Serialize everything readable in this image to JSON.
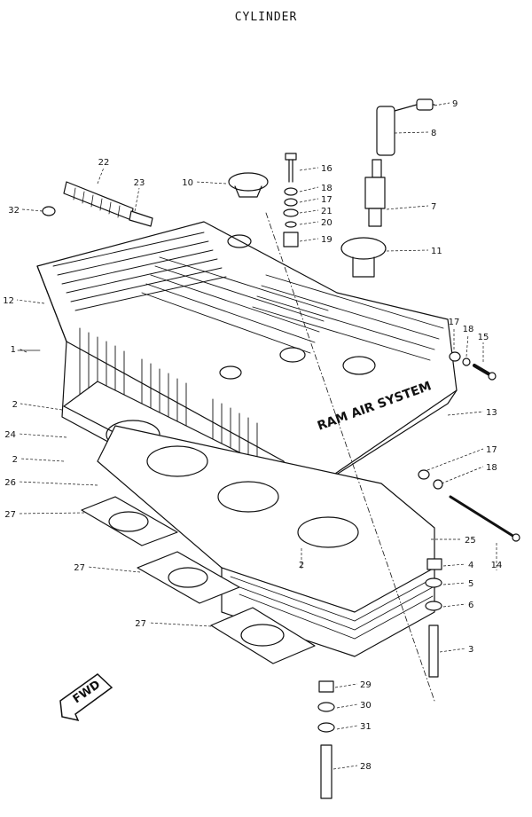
{
  "title": "CYLINDER",
  "head_cover_text": "RAM AIR SYSTEM",
  "fwd_text": "FWD",
  "callouts": [
    {
      "num": "9"
    },
    {
      "num": "8"
    },
    {
      "num": "16"
    },
    {
      "num": "10"
    },
    {
      "num": "22"
    },
    {
      "num": "23"
    },
    {
      "num": "18"
    },
    {
      "num": "17"
    },
    {
      "num": "21"
    },
    {
      "num": "20"
    },
    {
      "num": "7"
    },
    {
      "num": "32"
    },
    {
      "num": "19"
    },
    {
      "num": "11"
    },
    {
      "num": "12"
    },
    {
      "num": "17"
    },
    {
      "num": "18"
    },
    {
      "num": "15"
    },
    {
      "num": "1"
    },
    {
      "num": "2"
    },
    {
      "num": "13"
    },
    {
      "num": "24"
    },
    {
      "num": "17"
    },
    {
      "num": "2"
    },
    {
      "num": "18"
    },
    {
      "num": "26"
    },
    {
      "num": "27"
    },
    {
      "num": "25"
    },
    {
      "num": "2"
    },
    {
      "num": "4"
    },
    {
      "num": "14"
    },
    {
      "num": "27"
    },
    {
      "num": "5"
    },
    {
      "num": "6"
    },
    {
      "num": "27"
    },
    {
      "num": "3"
    },
    {
      "num": "29"
    },
    {
      "num": "30"
    },
    {
      "num": "31"
    },
    {
      "num": "28"
    }
  ]
}
